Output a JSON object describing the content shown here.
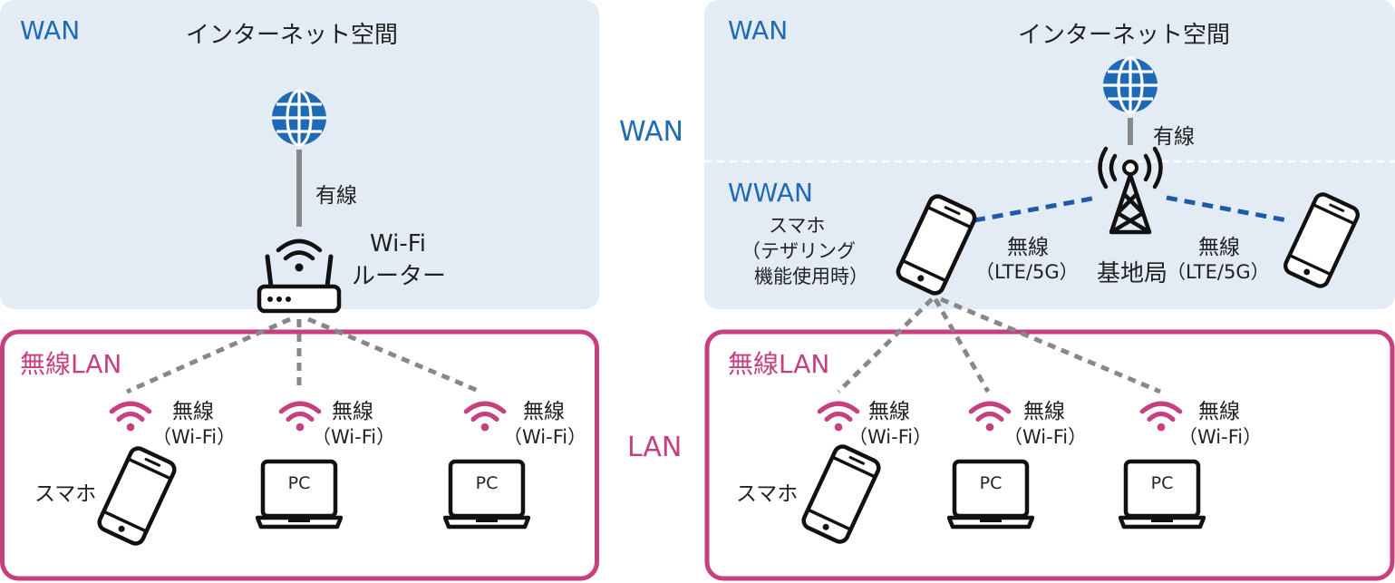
{
  "left": {
    "wan_label": "WAN",
    "internet_title": "インターネット空間",
    "wired_label": "有線",
    "router_label_line1": "Wi-Fi",
    "router_label_line2": "ルーター",
    "lan_label": "無線LAN",
    "devices": [
      {
        "wireless": "無線",
        "wifi": "（Wi-Fi）",
        "name": "スマホ",
        "type": "smartphone"
      },
      {
        "wireless": "無線",
        "wifi": "（Wi-Fi）",
        "name": "PC",
        "type": "laptop"
      },
      {
        "wireless": "無線",
        "wifi": "（Wi-Fi）",
        "name": "PC",
        "type": "laptop"
      }
    ]
  },
  "middle": {
    "wan": "WAN",
    "lan": "LAN"
  },
  "right": {
    "wan_label": "WAN",
    "internet_title": "インターネット空間",
    "wired_label": "有線",
    "wwan_label": "WWAN",
    "tether_line1": "スマホ",
    "tether_line2": "テザリング",
    "tether_line3": "機能使用時",
    "left_wireless": "無線",
    "left_lte": "（LTE/5G）",
    "base_station": "基地局",
    "right_wireless": "無線",
    "right_lte": "（LTE/5G）",
    "lan_label": "無線LAN",
    "devices": [
      {
        "wireless": "無線",
        "wifi": "（Wi-Fi）",
        "name": "スマホ",
        "type": "smartphone"
      },
      {
        "wireless": "無線",
        "wifi": "（Wi-Fi）",
        "name": "PC",
        "type": "laptop"
      },
      {
        "wireless": "無線",
        "wifi": "（Wi-Fi）",
        "name": "PC",
        "type": "laptop"
      }
    ]
  },
  "colors": {
    "wan_bg": "#e3ebf4",
    "lan_border": "#c6407f",
    "wifi_pink": "#c6407f",
    "globe_blue": "#1f6ab4",
    "lte_blue": "#1f5aa8",
    "wired_gray": "#888888"
  }
}
